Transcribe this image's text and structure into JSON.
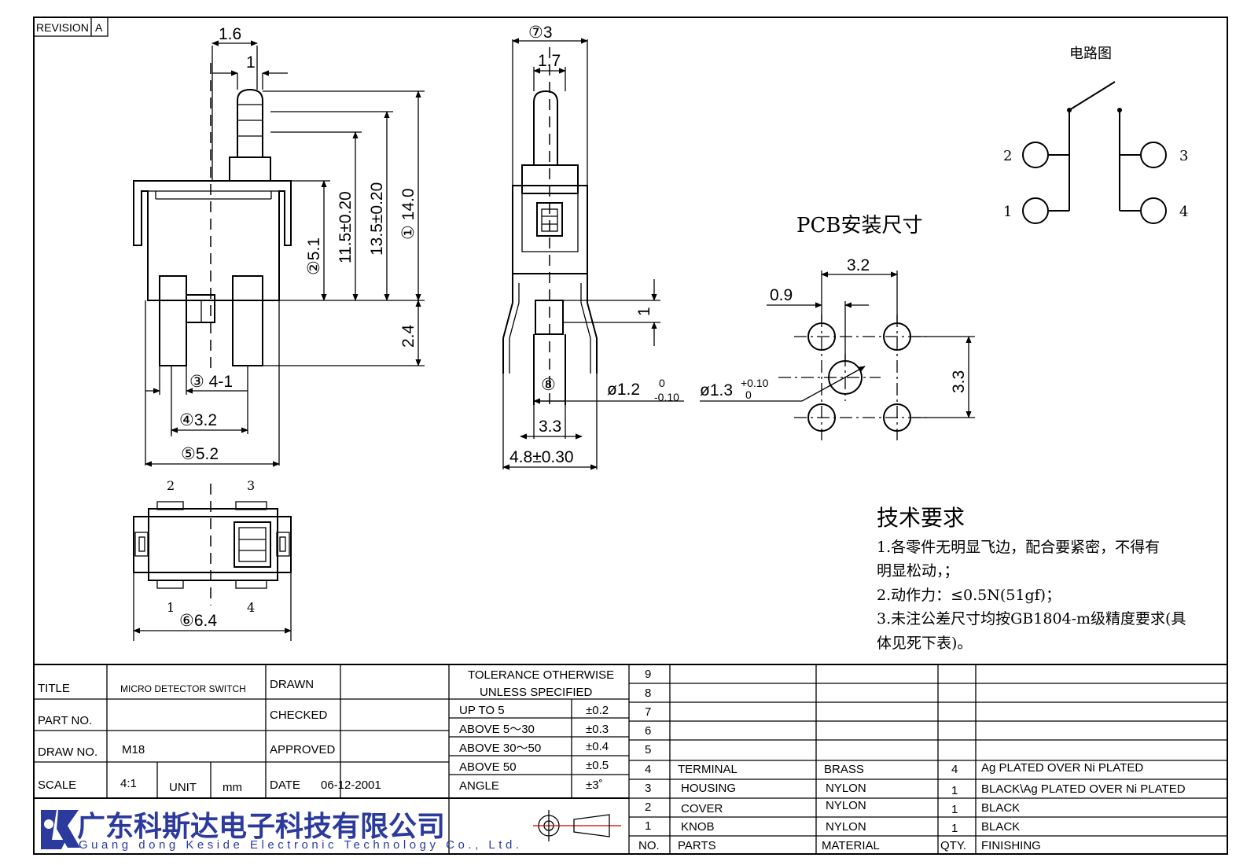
{
  "revision": {
    "label": "REVISION",
    "value": "A"
  },
  "front_view": {
    "dims": {
      "d_1_6": "1.6",
      "d_1": "1",
      "d_5_1": "②5.1",
      "d_11_5": "11.5±0.20",
      "d_13_5": "13.5±0.20",
      "d_14_0": "① 14.0",
      "d_2_4": "2.4",
      "d_4_1": "③ 4-1",
      "d_3_2": "④3.2",
      "d_5_2": "⑤5.2"
    }
  },
  "side_view": {
    "dims": {
      "d_7_3": "⑦3",
      "d_1_7": "1.7",
      "d_1": "1",
      "d_8": "⑧",
      "d_phi12_main": "ø1.2",
      "d_phi12_up": "0",
      "d_phi12_low": "-0.10",
      "d_3_3": "3.3",
      "d_4_8": "4.8±0.30"
    }
  },
  "bottom_view": {
    "pins": [
      "2",
      "3",
      "1",
      "4"
    ],
    "dims": {
      "d_6_4": "⑥6.4"
    }
  },
  "pcb": {
    "title": "PCB安装尺寸",
    "dims": {
      "d_3_2": "3.2",
      "d_0_9": "0.9",
      "d_3_3": "3.3",
      "d_phi13_main": "ø1.3",
      "d_phi13_up": "+0.10",
      "d_phi13_low": "0"
    }
  },
  "circuit": {
    "title": "电路图",
    "pins": [
      "2",
      "1",
      "3",
      "4"
    ]
  },
  "tech_req": {
    "title": "技术要求",
    "lines": [
      "1.各零件无明显飞边，配合要紧密，不得有",
      "明显松动，；",
      "2.动作力：≤0.5N(51gf)；",
      "3.未注公差尺寸均按GB1804-m级精度要求(具",
      "体见死下表)。"
    ]
  },
  "title_block": {
    "title_label": "TITLE",
    "title_value": "MICRO DETECTOR SWITCH",
    "part_label": "PART NO.",
    "part_value": "",
    "draw_label": "DRAW NO.",
    "draw_value": "M18",
    "scale_label": "SCALE",
    "scale_value": "4:1",
    "unit_label": "UNIT",
    "unit_value": "mm",
    "drawn_label": "DRAWN",
    "checked_label": "CHECKED",
    "approved_label": "APPROVED",
    "date_label": "DATE",
    "date_value": "06-12-2001",
    "company_cn": "广东科斯达电子科技有限公司",
    "company_en": "Guang dong Keside  Electronic Technology Co., Ltd."
  },
  "tolerance": {
    "header1": "TOLERANCE OTHERWISE",
    "header2": "UNLESS SPECIFIED",
    "rows": [
      {
        "range": "UP TO 5",
        "tol": "±0.2"
      },
      {
        "range": "ABOVE 5～30",
        "tol": "±0.3"
      },
      {
        "range": "ABOVE 30～50",
        "tol": "±0.4"
      },
      {
        "range": "ABOVE 50",
        "tol": "±0.5"
      },
      {
        "range": "ANGLE",
        "tol": "±3˚"
      }
    ]
  },
  "bom": {
    "headers": {
      "no": "NO.",
      "parts": "PARTS",
      "material": "MATERIAL",
      "qty": "QTY.",
      "finishing": "FINISHING"
    },
    "empty_rows": [
      "9",
      "8",
      "7",
      "6",
      "5"
    ],
    "rows": [
      {
        "no": "4",
        "part": "TERMINAL",
        "material": "BRASS",
        "qty": "4",
        "finishing": "Ag PLATED OVER Ni PLATED"
      },
      {
        "no": "3",
        "part": "HOUSING",
        "material": "NYLON",
        "qty": "1",
        "finishing": "BLACK\\Ag PLATED OVER Ni PLATED"
      },
      {
        "no": "2",
        "part": "COVER",
        "material": "NYLON",
        "qty": "1",
        "finishing": "BLACK"
      },
      {
        "no": "1",
        "part": "KNOB",
        "material": "NYLON",
        "qty": "1",
        "finishing": "BLACK"
      }
    ]
  },
  "colors": {
    "logo_blue": "#2b3a9c",
    "ink": "#000000"
  }
}
